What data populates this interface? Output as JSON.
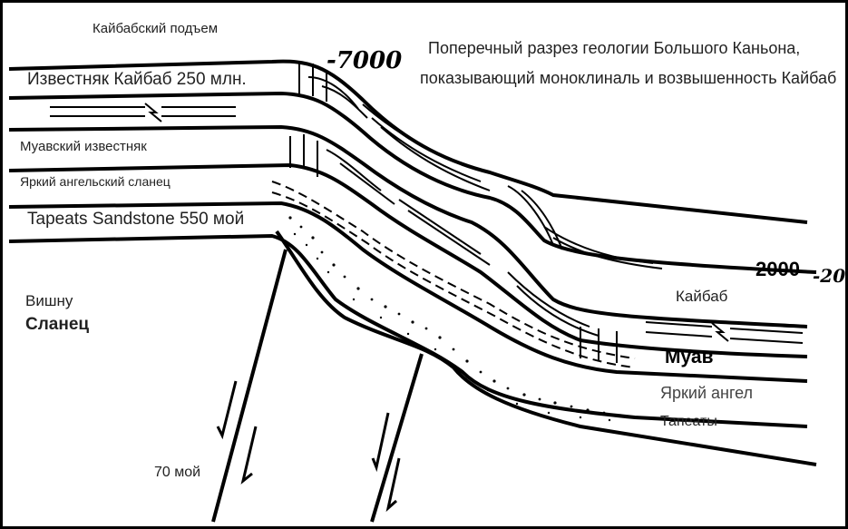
{
  "title": {
    "line1": "Поперечный разрез геологии Большого Каньона,",
    "line2": "показывающий моноклиналь и возвышенность Кайбаб"
  },
  "left_labels": {
    "uplift": "Кайбабский подъем",
    "kaibab": "Известняк Кайбаб 250 млн.",
    "muav": "Муавский известняк",
    "bright_angel": "Яркий ангельский сланец",
    "tapeats": "Tapeats Sandstone 550 мой",
    "vishnu_1": "Вишну",
    "vishnu_2": "Сланец"
  },
  "right_labels": {
    "kaibab": "Кайбаб",
    "muav": "Муав",
    "bright_angel": "Яркий ангел",
    "tapeats": "Тапеаты"
  },
  "elevations": {
    "high": "-7000",
    "low": "2000",
    "low_suffix": "-20"
  },
  "fault_label": "70 мой",
  "colors": {
    "ink": "#000000",
    "text": "#222222",
    "background": "#ffffff"
  }
}
